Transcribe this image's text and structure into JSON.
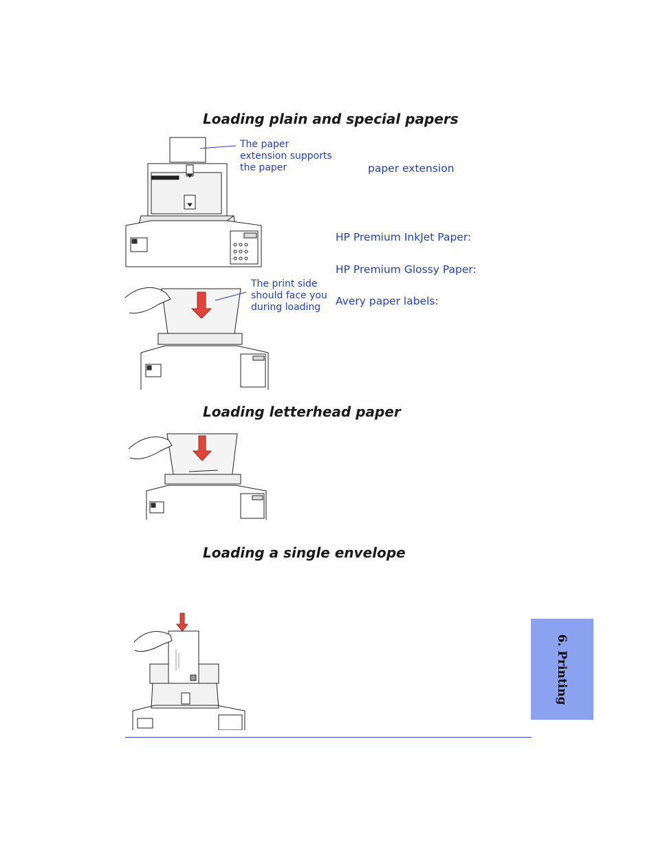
{
  "sections": {
    "plain_special_heading": "Loading plain and special papers",
    "letterhead_heading": "Loading letterhead paper",
    "envelope_heading": "Loading a single envelope"
  },
  "callouts": {
    "paper_extension": [
      "The paper",
      "extension supports",
      "the paper"
    ],
    "print_side": [
      "The print side",
      "should face you",
      "during loading"
    ]
  },
  "terms": {
    "paper_extension": "paper extension",
    "hp_premium_inkjet": "HP Premium InkJet Paper:",
    "hp_premium_glossy": "HP Premium Glossy Paper:",
    "avery_labels": "Avery paper labels:"
  },
  "side_tab": {
    "label": "6. Printing"
  },
  "colors": {
    "link_blue": "#1f3fbf",
    "tab_blue": "#8aa2ef",
    "rule_blue": "#2a3fbf",
    "arrow_red": "#e0443a"
  }
}
